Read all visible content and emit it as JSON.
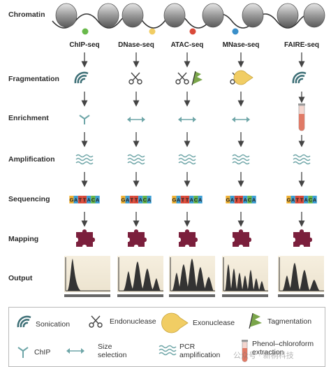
{
  "columns": [
    "ChIP-seq",
    "DNase-seq",
    "ATAC-seq",
    "MNase-seq",
    "FAIRE-seq"
  ],
  "rows": {
    "chromatin": "Chromatin",
    "fragmentation": "Fragmentation",
    "enrichment": "Enrichment",
    "amplification": "Amplification",
    "sequencing": "Sequencing",
    "mapping": "Mapping",
    "output": "Output"
  },
  "sequence_letters": [
    "G",
    "A",
    "T",
    "T",
    "A",
    "C",
    "A"
  ],
  "colors": {
    "teal": "#3d6f76",
    "arrow": "#444444",
    "size_arrow": "#6fa6a8",
    "puzzle": "#7b1f3c",
    "chromatin_marks": [
      "#69b94b",
      "#f1cd64",
      "#d94a3a",
      "#3a8fc9",
      null
    ],
    "seq_letters": [
      "#f2b233",
      "#3da0d6",
      "#d94a3a",
      "#d94a3a",
      "#3da0d6",
      "#69b94b",
      "#3da0d6"
    ]
  },
  "legend": {
    "sonication": "Sonication",
    "endonuclease": "Endonuclease",
    "exonuclease": "Exonuclease",
    "tagmentation": "Tagmentation",
    "chip": "ChIP",
    "size_selection": "Size\nselection",
    "pcr": "PCR\namplification",
    "phenol": "Phenol–chloroform\nextraction"
  },
  "watermark": "公众号 · 新桐科技"
}
